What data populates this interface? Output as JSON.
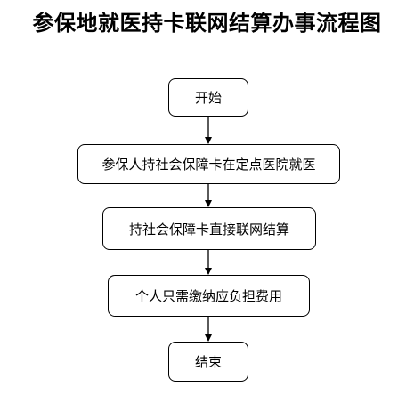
{
  "title": "参保地就医持卡联网结算办事流程图",
  "steps": [
    "开始",
    "参保人持社会保障卡在定点医院就医",
    "持社会保障卡直接联网结算",
    "个人只需缴纳应负担费用",
    "结束"
  ]
}
